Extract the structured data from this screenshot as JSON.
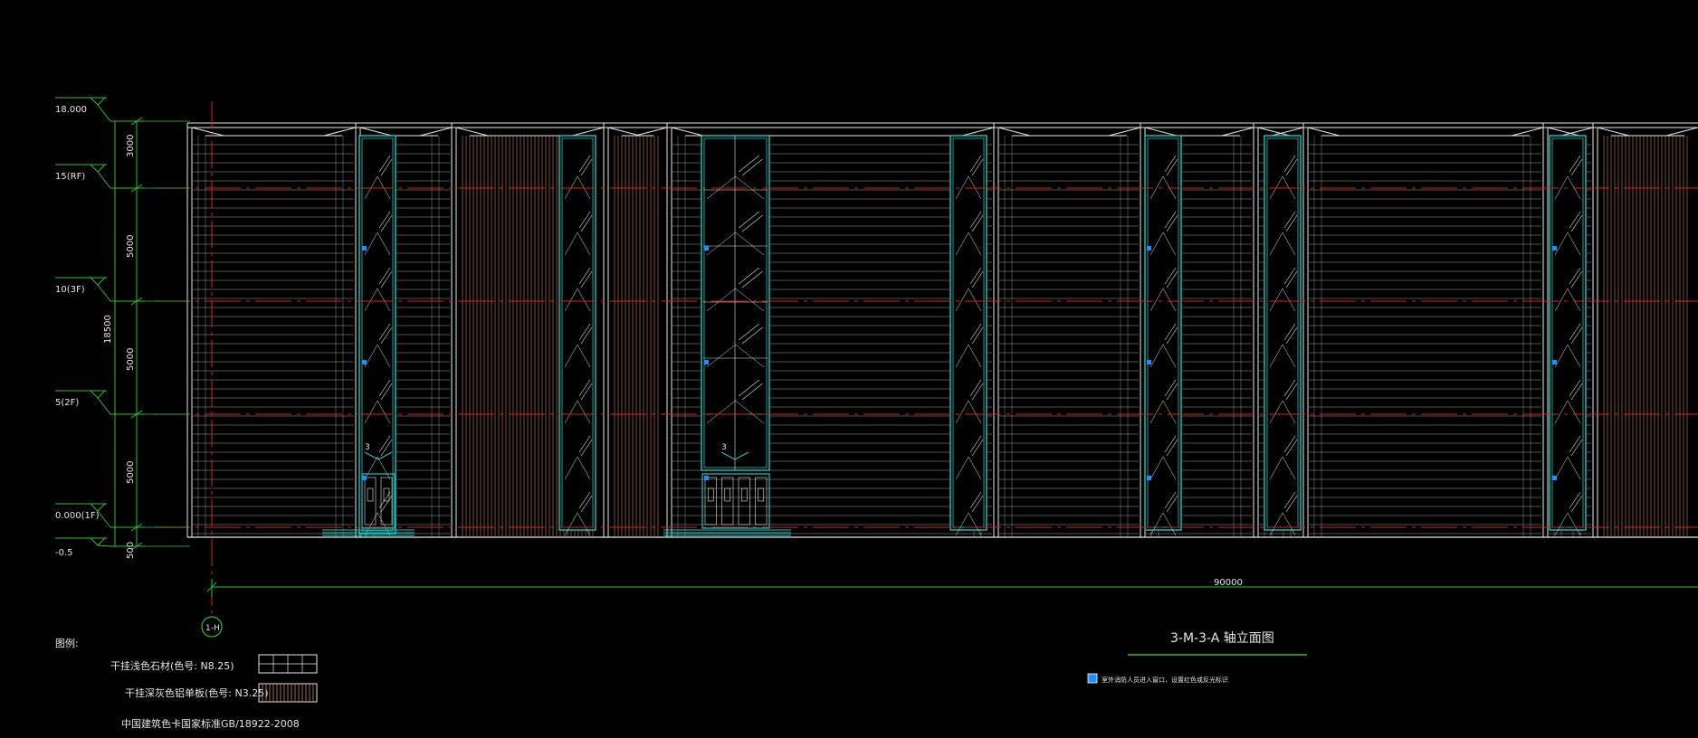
{
  "colors": {
    "background": "#000000",
    "outline": "#e6e6e6",
    "dimension": "#2fbf2f",
    "floor_line": "#e0201c",
    "glass": "#18c7c0",
    "wood": "#c98a5a",
    "marker": "#1e8fff"
  },
  "levels": [
    {
      "label": "18.000"
    },
    {
      "label": "15(RF)"
    },
    {
      "label": "10(3F)"
    },
    {
      "label": "5(2F)"
    },
    {
      "label": "0.000(1F)"
    },
    {
      "label": "-0.5"
    }
  ],
  "dimensions": {
    "segments": [
      "3000",
      "5000",
      "5000",
      "5000",
      "500"
    ],
    "total_height": "18500",
    "total_width": "90000"
  },
  "axis_bubble": "1-H",
  "view_title": "3-M-3-A 轴立面图",
  "note": "室外消防人员进入窗口，设置红色或反光标识",
  "door_tags": [
    "3",
    "3"
  ],
  "legend": {
    "title": "图例:",
    "items": [
      {
        "label": "干挂浅色石材(色号: N8.25)",
        "pattern": "stone-grid"
      },
      {
        "label": "干挂深灰色铝单板(色号: N3.25)",
        "pattern": "vertical-slats"
      }
    ],
    "standard": "中国建筑色卡国家标准GB/18922-2008"
  }
}
